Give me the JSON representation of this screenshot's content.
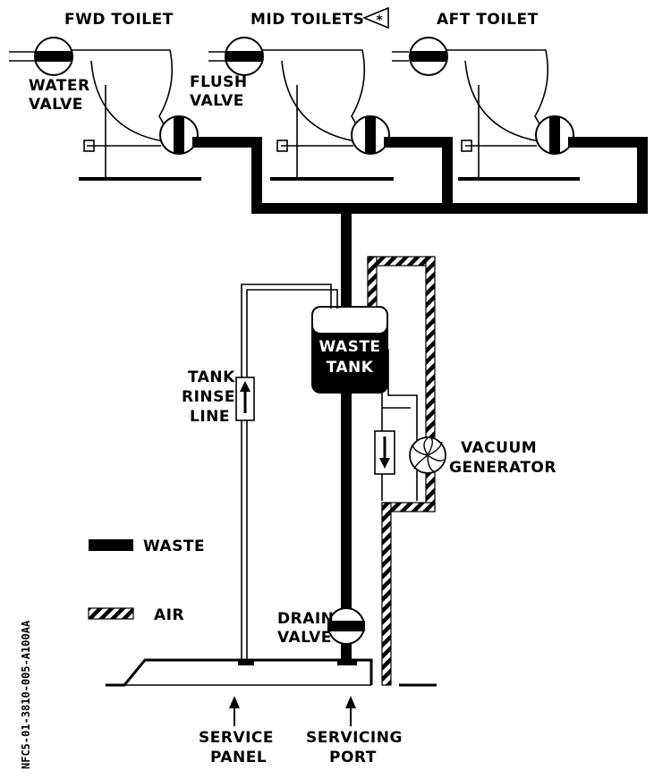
{
  "labels": {
    "fwd_toilet": "FWD TOILET",
    "mid_toilets": "MID TOILETS",
    "aft_toilet": "AFT TOILET",
    "water_valve_1": "WATER",
    "water_valve_2": "VALVE",
    "flush_valve_1": "FLUSH",
    "flush_valve_2": "VALVE",
    "waste_tank_1": "WASTE",
    "waste_tank_2": "TANK",
    "tank_rinse_1": "TANK",
    "tank_rinse_2": "RINSE",
    "tank_rinse_3": "LINE",
    "vacuum_gen_1": "VACUUM",
    "vacuum_gen_2": "GENERATOR",
    "drain_valve_1": "DRAIN",
    "drain_valve_2": "VALVE",
    "service_panel_1": "SERVICE",
    "service_panel_2": "PANEL",
    "servicing_port_1": "SERVICING",
    "servicing_port_2": "PORT",
    "note_symbol": "*"
  },
  "legend": {
    "waste": "WASTE",
    "air": "AIR"
  },
  "drawing_code": "NFC5-01-3810-005-A100AA",
  "icons": {
    "toilet": "toilet-icon",
    "valve": "valve-icon",
    "tank": "tank-icon",
    "fan": "fan-icon",
    "arrow": "arrow-icon"
  }
}
